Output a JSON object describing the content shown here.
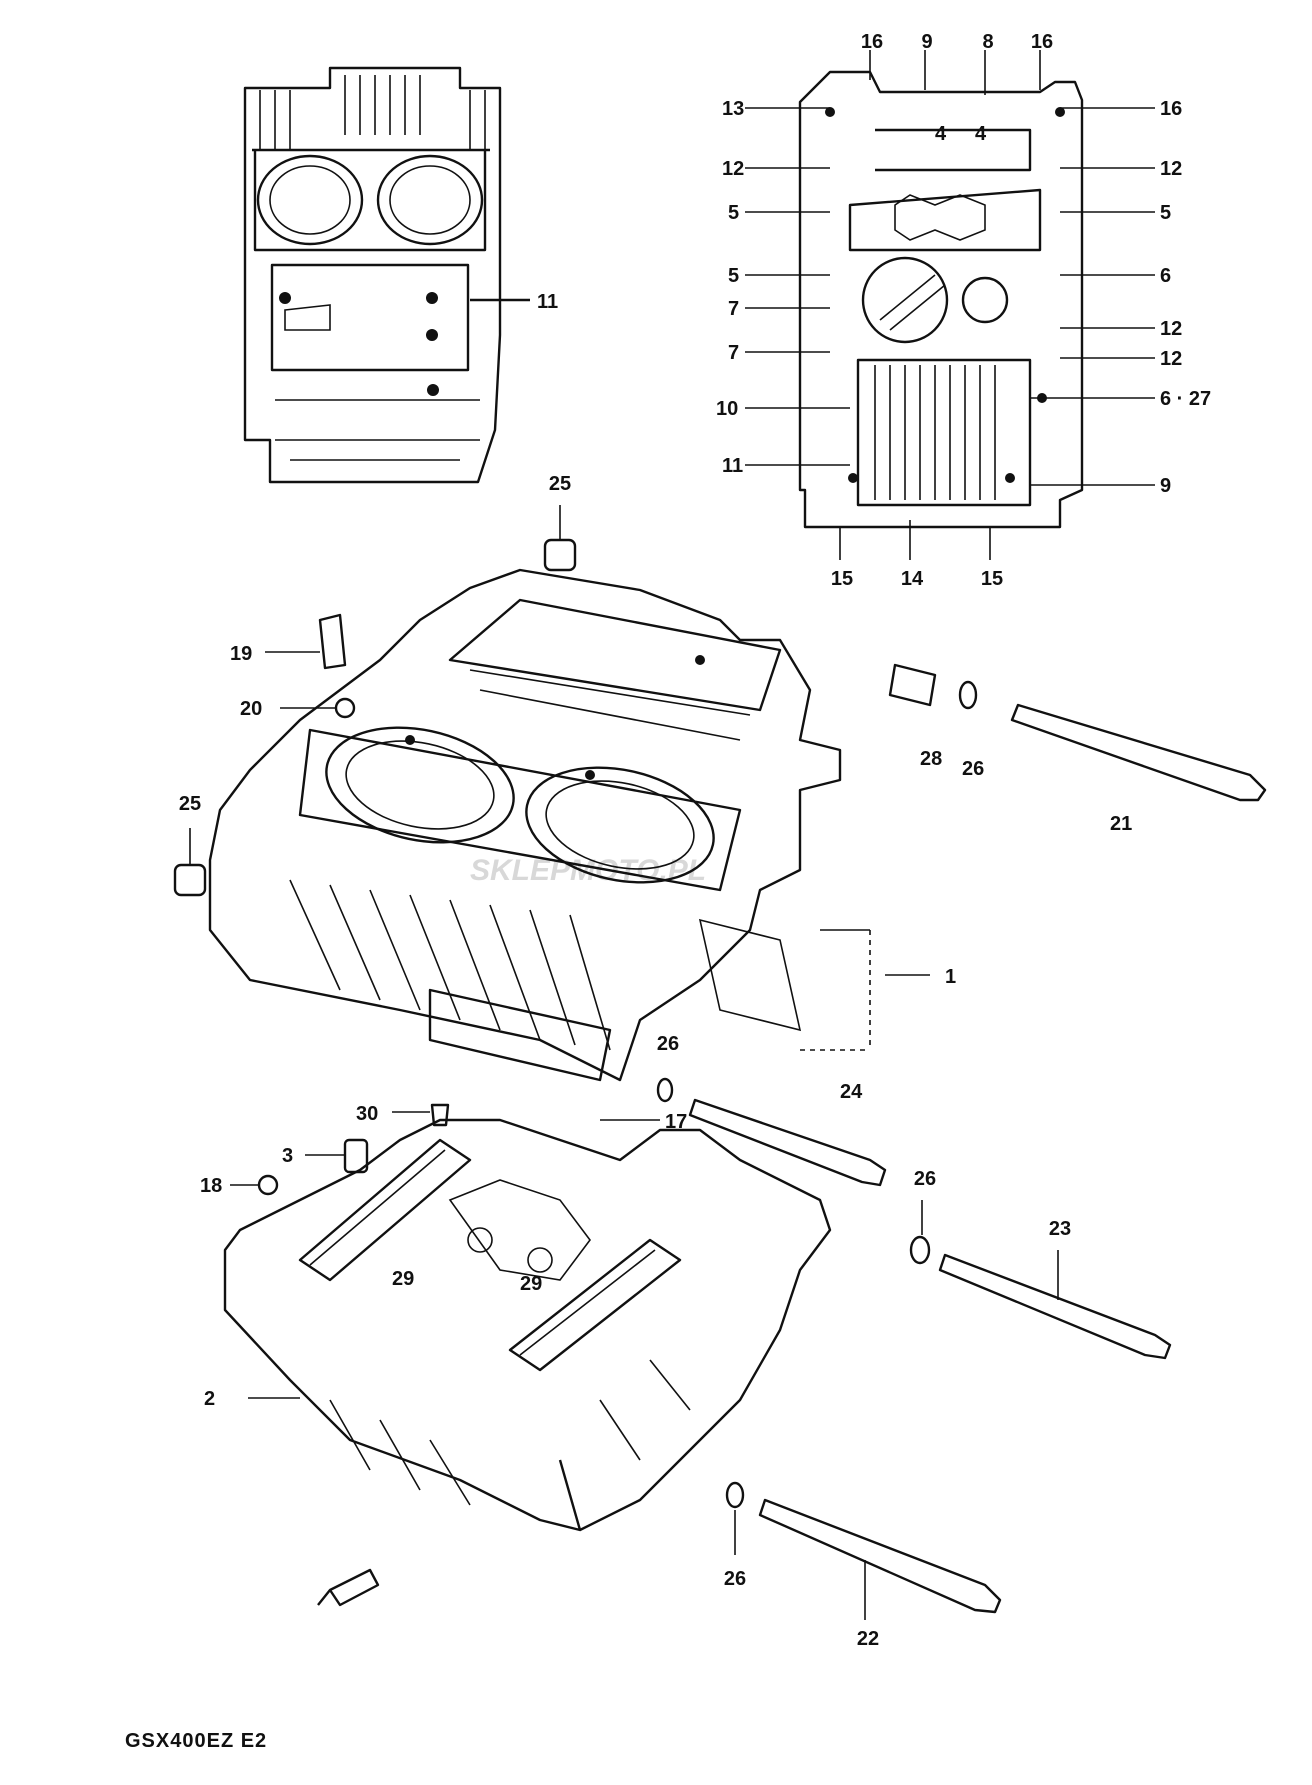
{
  "diagram": {
    "model_code": "GSX400EZ  E2",
    "watermark": "SKLEPMOTO.PL",
    "labels": {
      "l1": "1",
      "l2": "2",
      "l3": "3",
      "l17": "17",
      "l18": "18",
      "l19": "19",
      "l20": "20",
      "l21": "21",
      "l22": "22",
      "l23": "23",
      "l24": "24",
      "l25a": "25",
      "l25b": "25",
      "l26a": "26",
      "l26b": "26",
      "l26c": "26",
      "l26d": "26",
      "l28": "28",
      "l29a": "29",
      "l29b": "29",
      "l30": "30",
      "l11a": "11",
      "r16a": "16",
      "r9a": "9",
      "r8": "8",
      "r16b": "16",
      "r13": "13",
      "r16c": "16",
      "r12a": "12",
      "r12b": "12",
      "r5a": "5",
      "r5b": "5",
      "r5c": "5",
      "r6a": "6",
      "r7a": "7",
      "r12c": "12",
      "r7b": "7",
      "r12d": "12",
      "r10": "10",
      "r627": "6 · 27",
      "r11": "11",
      "r9b": "9",
      "r15a": "15",
      "r14": "14",
      "r15b": "15",
      "r4a": "4",
      "r4b": "4"
    }
  }
}
